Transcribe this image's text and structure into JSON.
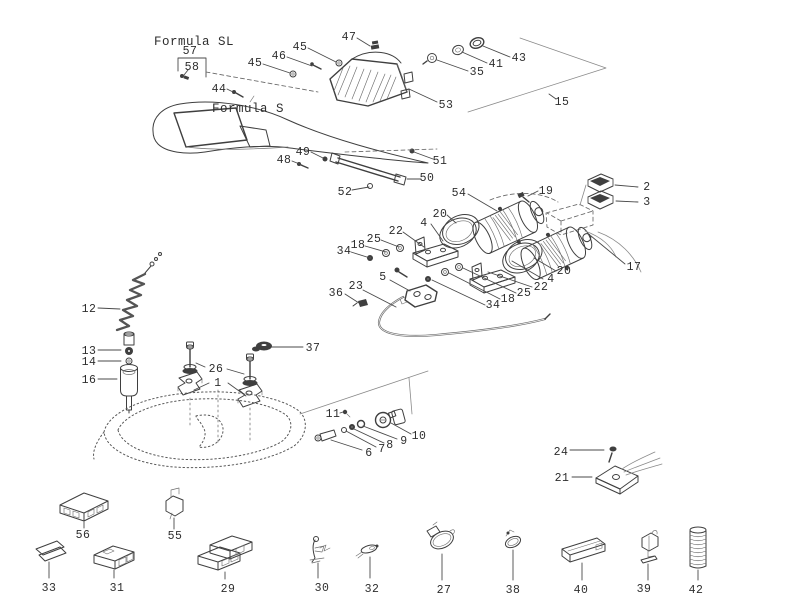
{
  "diagram": {
    "background": "#ffffff",
    "line_color": "#3f3f3f",
    "text_color": "#2e2e2e",
    "model_labels": {
      "formula_sl": "Formula SL",
      "formula_s": "Formula S"
    },
    "callouts": {
      "n57": "57",
      "n58": "58",
      "n45a": "45",
      "n46": "46",
      "n45b": "45",
      "n47": "47",
      "n44": "44",
      "n43": "43",
      "n41": "41",
      "n35": "35",
      "n53": "53",
      "n15": "15",
      "n49": "49",
      "n48": "48",
      "n51": "51",
      "n50": "50",
      "n52": "52",
      "n54": "54",
      "n19": "19",
      "n2": "2",
      "n3": "3",
      "n20a": "20",
      "n4a": "4",
      "n22a": "22",
      "n25a": "25",
      "n18a": "18",
      "n34a": "34",
      "n17": "17",
      "n20b": "20",
      "n4b": "4",
      "n22b": "22",
      "n25b": "25",
      "n18b": "18",
      "n34b": "34",
      "n5": "5",
      "n23": "23",
      "n36": "36",
      "n12": "12",
      "n37": "37",
      "n13": "13",
      "n14": "14",
      "n16": "16",
      "n26": "26",
      "n1": "1",
      "n11": "11",
      "n10": "10",
      "n9": "9",
      "n8": "8",
      "n7": "7",
      "n6": "6",
      "n24": "24",
      "n21": "21",
      "n56": "56",
      "n55": "55",
      "n33": "33",
      "n31": "31",
      "n29": "29",
      "n30": "30",
      "n32": "32",
      "n27": "27",
      "n38": "38",
      "n40": "40",
      "n39": "39",
      "n42": "42"
    }
  }
}
